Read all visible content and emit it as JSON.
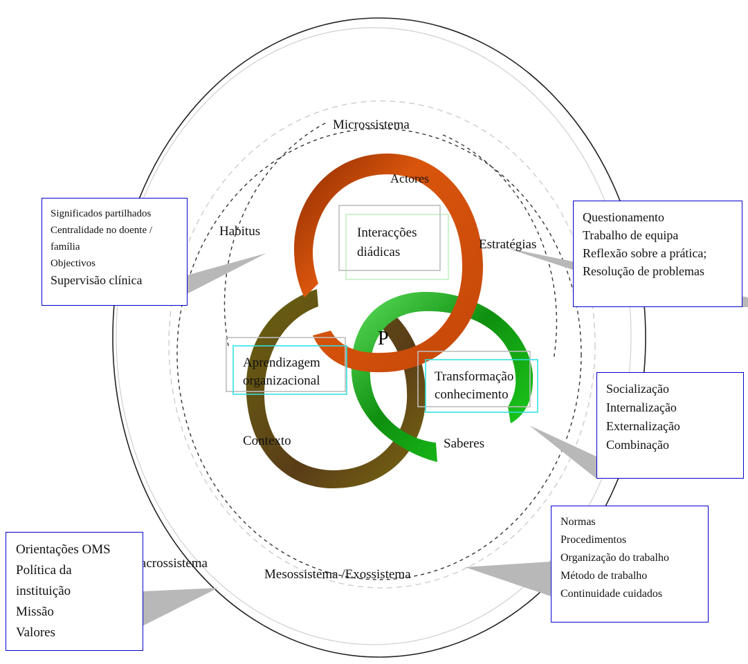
{
  "colors": {
    "box_border": "#0000cc",
    "ring_actores": "#cc4a0a",
    "ring_contexto": "#6b6410",
    "ring_saberes": "#1db51d",
    "pointer_gray": "#b8b8b8",
    "cyan_frame": "#33e0e0"
  },
  "center_mark": "P",
  "labels": {
    "microssistema": "Microssistema",
    "mesossistema": "Mesossistema /Exossistema",
    "macrossistema": "Macrossistema",
    "habitus": "Habitus",
    "estrategias": "Estratégias",
    "actores": "Actores",
    "contexto": "Contexto",
    "saberes": "Saberes"
  },
  "inner_boxes": {
    "interaccoes": [
      "Interacções",
      "diádicas"
    ],
    "aprendizagem": [
      "Aprendizagem",
      "organizacional"
    ],
    "transformacao": [
      "Transformação",
      "conhecimento"
    ]
  },
  "callouts": {
    "habitus": [
      "Significados partilhados",
      "Centralidade no doente /",
      "família",
      "Objectivos",
      "Supervisão clínica"
    ],
    "estrategias": [
      "Questionamento",
      "Trabalho de equipa",
      "Reflexão sobre a prática;",
      "Resolução de problemas"
    ],
    "saberes": [
      "Socialização",
      "Internalização",
      "Externalização",
      "Combinação"
    ],
    "mesossistema": [
      "Normas",
      "Procedimentos",
      "Organização do trabalho",
      "Método de trabalho",
      "Continuidade cuidados"
    ],
    "macrossistema": [
      "Orientações OMS",
      "Política da",
      "instituição",
      "Missão",
      "Valores"
    ]
  }
}
